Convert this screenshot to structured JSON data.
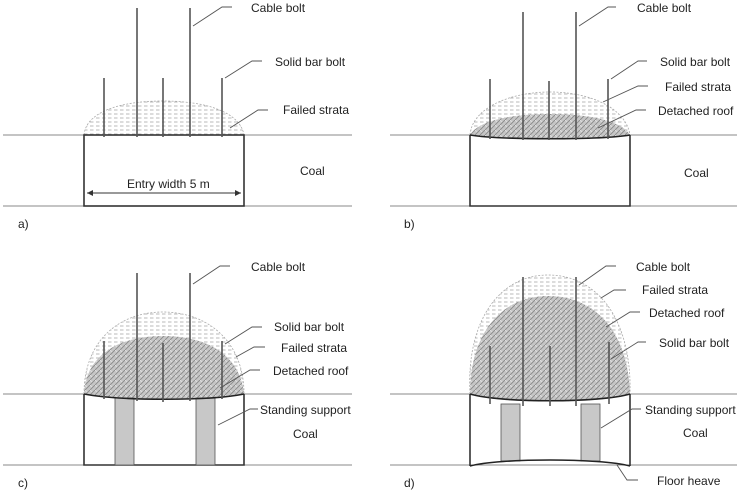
{
  "panels": [
    {
      "id": "a",
      "label": "a)",
      "annotations": {
        "cable_bolt": "Cable bolt",
        "solid_bar_bolt": "Solid bar bolt",
        "failed_strata": "Failed strata",
        "coal": "Coal",
        "entry_width": "Entry width 5 m"
      }
    },
    {
      "id": "b",
      "label": "b)",
      "annotations": {
        "cable_bolt": "Cable bolt",
        "solid_bar_bolt": "Solid bar bolt",
        "failed_strata": "Failed strata",
        "detached_roof": "Detached roof",
        "coal": "Coal"
      }
    },
    {
      "id": "c",
      "label": "c)",
      "annotations": {
        "cable_bolt": "Cable bolt",
        "solid_bar_bolt": "Solid bar bolt",
        "failed_strata": "Failed strata",
        "detached_roof": "Detached roof",
        "standing_support": "Standing support",
        "coal": "Coal"
      }
    },
    {
      "id": "d",
      "label": "d)",
      "annotations": {
        "cable_bolt": "Cable bolt",
        "failed_strata": "Failed strata",
        "detached_roof": "Detached roof",
        "solid_bar_bolt": "Solid bar bolt",
        "standing_support": "Standing support",
        "coal": "Coal",
        "floor_heave": "Floor heave"
      }
    }
  ]
}
